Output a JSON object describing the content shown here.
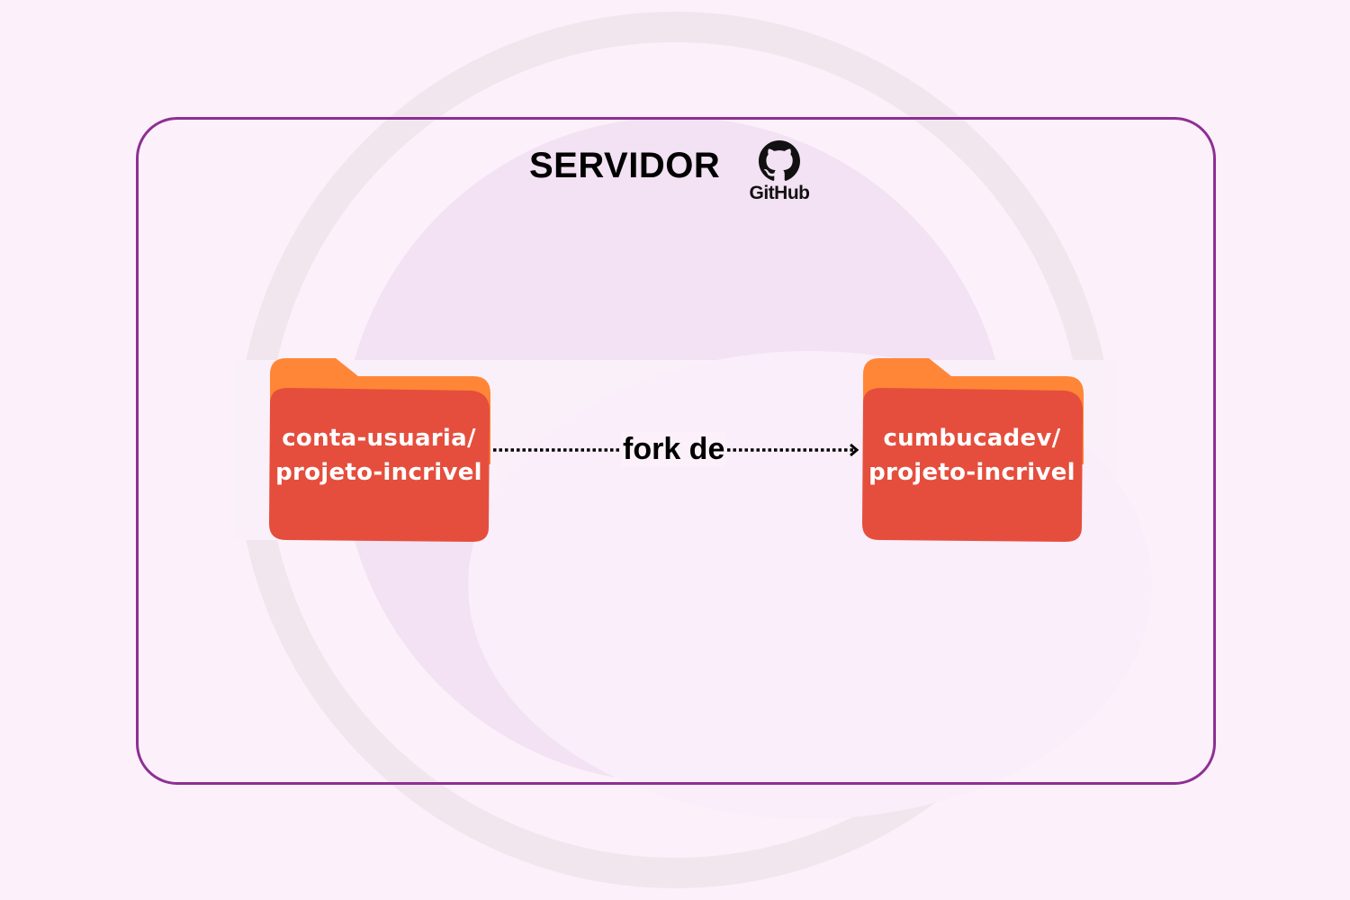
{
  "header": {
    "title": "SERVIDOR",
    "logo_text": "GitHub",
    "logo_icon": "github-octocat-icon"
  },
  "source_repo": {
    "line1": "conta-usuaria/",
    "line2": "projeto-incrivel"
  },
  "target_repo": {
    "line1": "cumbucadev/",
    "line2": "projeto-incrivel"
  },
  "relation": {
    "label": "fork de"
  },
  "colors": {
    "frame": "#8e2f93",
    "folder_front": "#e54e3d",
    "folder_back": "#ff8637",
    "background": "#fcf1fa"
  }
}
